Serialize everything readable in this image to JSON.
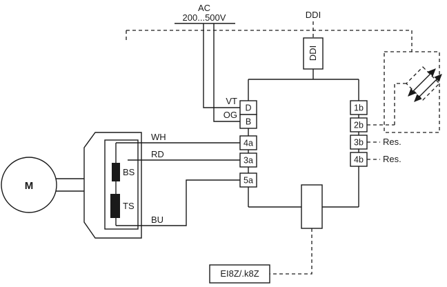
{
  "supply": {
    "label": "AC",
    "voltage": "200...500V"
  },
  "ddi": {
    "top_label": "DDI",
    "box_label": "DDI"
  },
  "motor": {
    "label": "M"
  },
  "sensors": {
    "bs": "BS",
    "ts": "TS"
  },
  "wires": {
    "vt": "VT",
    "og": "OG",
    "wh": "WH",
    "rd": "RD",
    "bu": "BU"
  },
  "terminals": {
    "left": [
      "D",
      "B",
      "4a",
      "3a",
      "5a"
    ],
    "right": [
      "1b",
      "2b",
      "3b",
      "4b"
    ]
  },
  "reserve": {
    "r3b": "Res.",
    "r4b": "Res."
  },
  "controller": {
    "label": "EI8Z/.k8Z"
  }
}
